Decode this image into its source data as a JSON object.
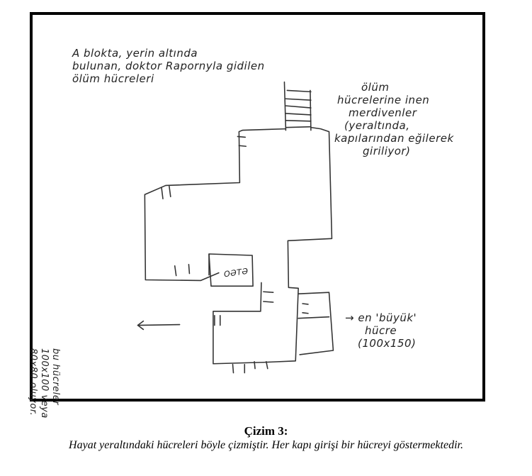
{
  "notes": {
    "top_left": [
      "A blokta, yerin altında",
      "bulunan, doktor Rapornyla gidilen",
      "ölüm hücreleri"
    ],
    "top_right": [
      "ölüm",
      "hücrelerine inen",
      "merdivenler",
      "(yeraltında,",
      "kapılarından eğilerek",
      "giriliyor)"
    ],
    "right": [
      "→ en 'büyük'",
      "hücre",
      "(100x150)"
    ],
    "left": [
      "bu hücreler",
      "100x100 veya",
      "80x80 oluyor."
    ],
    "small_label": "OƏTƏ"
  },
  "caption": {
    "title": "Çizim 3:",
    "text": "Hayat yeraltındaki hücreleri böyle çizmiştir. Her kapı girişi bir hücreyi göstermektedir."
  }
}
